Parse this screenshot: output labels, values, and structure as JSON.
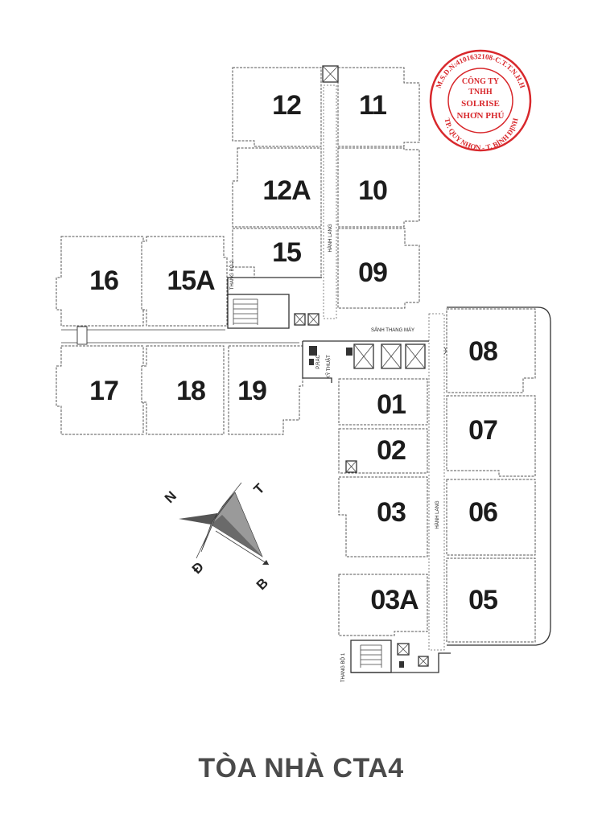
{
  "units": [
    {
      "id": "u12",
      "label": "12"
    },
    {
      "id": "u11",
      "label": "11"
    },
    {
      "id": "u12a",
      "label": "12A"
    },
    {
      "id": "u10",
      "label": "10"
    },
    {
      "id": "u15",
      "label": "15"
    },
    {
      "id": "u09",
      "label": "09"
    },
    {
      "id": "u16",
      "label": "16"
    },
    {
      "id": "u15a",
      "label": "15A"
    },
    {
      "id": "u17",
      "label": "17"
    },
    {
      "id": "u18",
      "label": "18"
    },
    {
      "id": "u19",
      "label": "19"
    },
    {
      "id": "u01",
      "label": "01"
    },
    {
      "id": "u02",
      "label": "02"
    },
    {
      "id": "u03",
      "label": "03"
    },
    {
      "id": "u03a",
      "label": "03A"
    },
    {
      "id": "u08",
      "label": "08"
    },
    {
      "id": "u07",
      "label": "07"
    },
    {
      "id": "u06",
      "label": "06"
    },
    {
      "id": "u05",
      "label": "05"
    }
  ],
  "labels": {
    "corridor_north": "HÀNH LANG",
    "corridor_south": "HÀNH LANG",
    "elevator_lobby": "SẢNH THANG MÁY",
    "stair_2": "THANG BỘ 2",
    "stair_1": "THANG BỘ 1",
    "room_a": "P.RÁC",
    "room_b": "KỸ THUẬT"
  },
  "compass": {
    "north": "N",
    "east": "T",
    "south": "Đ",
    "west": "B"
  },
  "stamp": {
    "ring_text": "M.S.D.N:4101632108-C.T.T.N.H.H",
    "bottom_text": "TP. QUY NHƠN - T. BÌNH ĐỊNH",
    "line1": "CÔNG TY",
    "line2": "TNHH",
    "line3": "SOLRISE",
    "line4": "NHƠN PHÚ"
  },
  "title": "TÒA NHÀ CTA4"
}
